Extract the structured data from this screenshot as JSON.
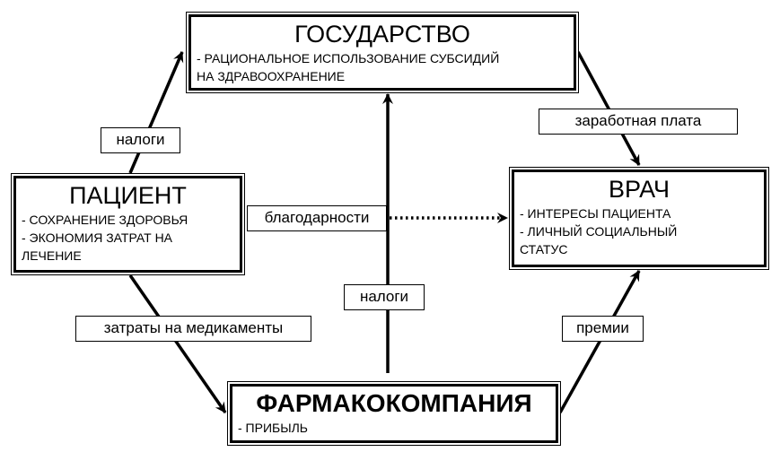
{
  "nodes": {
    "state": {
      "title": "ГОСУДАРСТВО",
      "items": [
        "- РАЦИОНАЛЬНОЕ ИСПОЛЬЗОВАНИЕ СУБСИДИЙ",
        "НА ЗДРАВООХРАНЕНИЕ"
      ]
    },
    "patient": {
      "title": "ПАЦИЕНТ",
      "items": [
        "- СОХРАНЕНИЕ ЗДОРОВЬЯ",
        "- ЭКОНОМИЯ ЗАТРАТ НА",
        "ЛЕЧЕНИЕ"
      ]
    },
    "doctor": {
      "title": "ВРАЧ",
      "items": [
        "- ИНТЕРЕСЫ ПАЦИЕНТА",
        "- ЛИЧНЫЙ СОЦИАЛЬНЫЙ",
        "СТАТУС"
      ]
    },
    "pharma": {
      "title": "ФАРМАКОКОМПАНИЯ",
      "items": [
        "- ПРИБЫЛЬ"
      ]
    }
  },
  "edges": {
    "patient_state": "налоги",
    "state_doctor": "заработная плата",
    "patient_doctor": "благодарности",
    "pharma_state": "налоги",
    "patient_pharma": "затраты на медикаменты",
    "pharma_doctor": "премии"
  }
}
